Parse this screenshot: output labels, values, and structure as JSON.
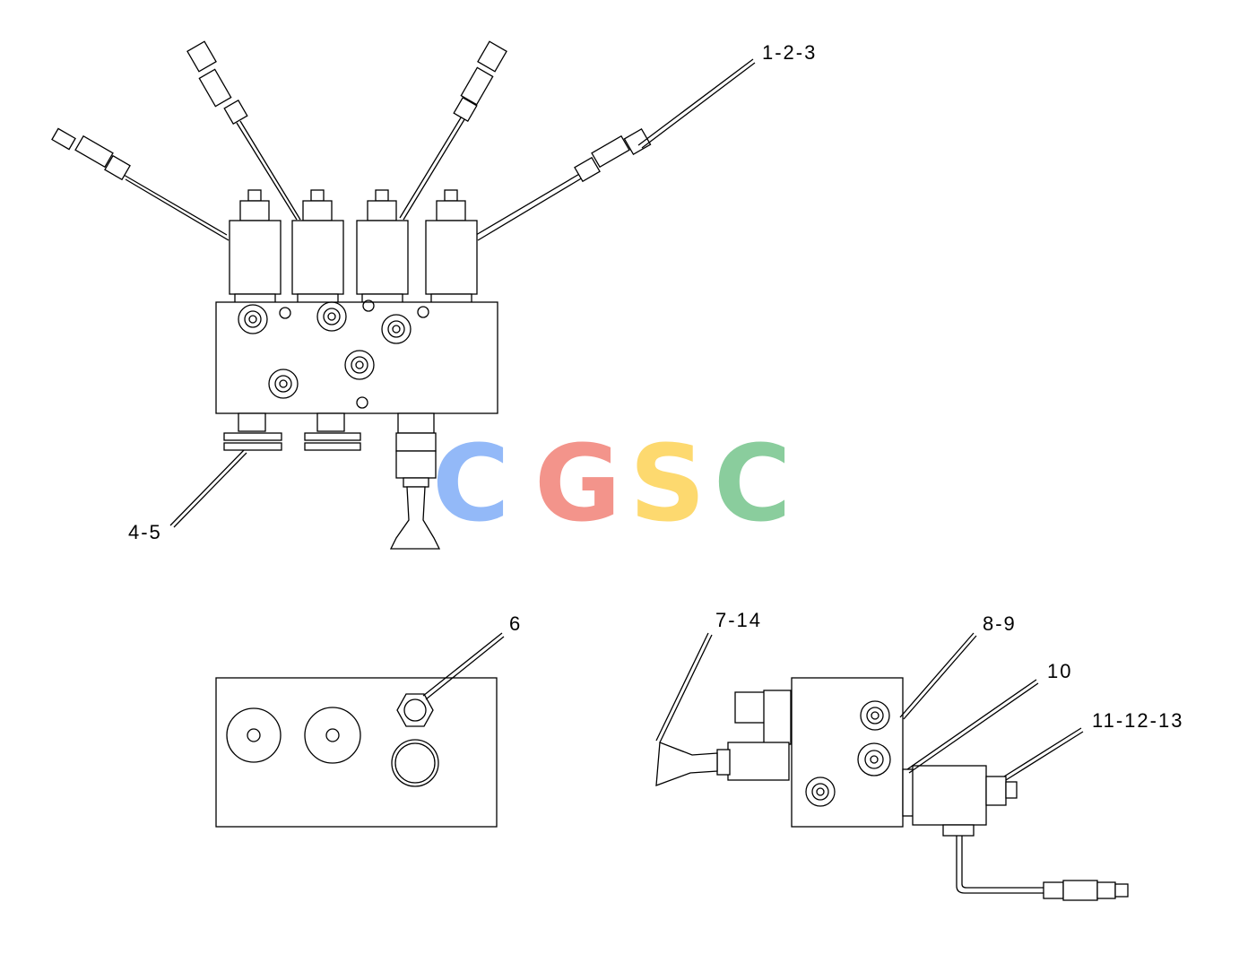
{
  "callouts": {
    "c1": "1-2-3",
    "c2": "4-5",
    "c3": "6",
    "c4": "7-14",
    "c5": "8-9",
    "c6": "10",
    "c7": "11-12-13"
  },
  "watermark": {
    "letters": [
      "C",
      "G",
      "S",
      "C"
    ],
    "colors": [
      "#8ab4f8",
      "#f28b82",
      "#fdd663",
      "#81c995"
    ]
  }
}
